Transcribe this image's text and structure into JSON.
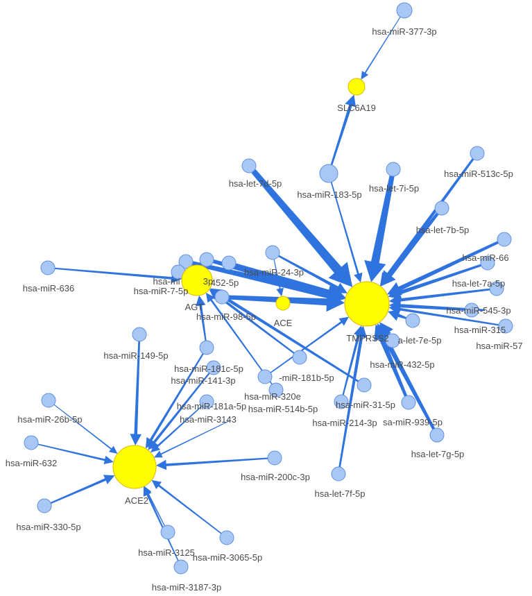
{
  "colors": {
    "edge": "#2f73de",
    "mirna_fill": "#a9c7f5",
    "mirna_stroke": "#5d8fe0",
    "gene_fill": "#ffff00",
    "gene_stroke": "#e0b400",
    "label": "#4a4a4a"
  },
  "genes": [
    {
      "id": "TMPRSS2",
      "label": "TMPRSS2"
    },
    {
      "id": "AGT",
      "label": "AGT"
    },
    {
      "id": "ACE",
      "label": "ACE"
    },
    {
      "id": "ACE2",
      "label": "ACE2"
    },
    {
      "id": "SLC6A19",
      "label": "SLC6A19"
    }
  ],
  "mirnas": [
    {
      "id": "m377",
      "label": "hsa-miR-377-3p"
    },
    {
      "id": "let7d",
      "label": "hsa-let-7d-5p"
    },
    {
      "id": "m183",
      "label": "hsa-miR-183-5p"
    },
    {
      "id": "let7i",
      "label": "hsa-let-7i-5p"
    },
    {
      "id": "m513c",
      "label": "hsa-miR-513c-5p"
    },
    {
      "id": "let7b",
      "label": "hsa-let-7b-5p"
    },
    {
      "id": "m66",
      "label": "hsa-miR-66"
    },
    {
      "id": "let7a",
      "label": "hsa-let-7a-5p"
    },
    {
      "id": "m545",
      "label": "hsa-miR-545-3p"
    },
    {
      "id": "m315",
      "label": "hsa-miR-315"
    },
    {
      "id": "m57",
      "label": "hsa-miR-57"
    },
    {
      "id": "let7e",
      "label": "a-let-7e-5p"
    },
    {
      "id": "m432",
      "label": "hsa-miR-432-5p"
    },
    {
      "id": "m31",
      "label": "hsa-miR-31-5p"
    },
    {
      "id": "m214",
      "label": "hsa-miR-214-3p"
    },
    {
      "id": "m939",
      "label": "sa-miR-939-5p"
    },
    {
      "id": "let7g",
      "label": "hsa-let-7g-5p"
    },
    {
      "id": "let7f",
      "label": "hsa-let-7f-5p"
    },
    {
      "id": "m181b",
      "label": "-miR-181b-5p"
    },
    {
      "id": "m320e",
      "label": "hsa-miR-320e"
    },
    {
      "id": "m514b",
      "label": "hsa-miR-514b-5p"
    },
    {
      "id": "m24",
      "label": "hsa-miR-24-3p"
    },
    {
      "id": "m452",
      "label": "452-5p"
    },
    {
      "id": "mxp",
      "label": "hsa-mi"
    },
    {
      "id": "m3p",
      "label": "3p"
    },
    {
      "id": "m75",
      "label": "hsa-miR-7-5p"
    },
    {
      "id": "m636",
      "label": "hsa-miR-636"
    },
    {
      "id": "m98",
      "label": "hsa-miR-98-5p"
    },
    {
      "id": "m149",
      "label": "hsa-miR-149-5p"
    },
    {
      "id": "m181c",
      "label": "hsa-miR-181c-5p"
    },
    {
      "id": "m141",
      "label": "hsa-miR-141-3p"
    },
    {
      "id": "m181a",
      "label": "hsa-miR-181a-5p"
    },
    {
      "id": "m3143",
      "label": "hsa-miR-3143"
    },
    {
      "id": "m26b",
      "label": "hsa-miR-26b-5p"
    },
    {
      "id": "m632",
      "label": "hsa-miR-632"
    },
    {
      "id": "m330",
      "label": "hsa-miR-330-5p"
    },
    {
      "id": "m200c",
      "label": "hsa-miR-200c-3p"
    },
    {
      "id": "m3125",
      "label": "hsa-miR-3125"
    },
    {
      "id": "m3065",
      "label": "hsa-miR-3065-5p"
    },
    {
      "id": "m3187",
      "label": "hsa-miR-3187-3p"
    }
  ],
  "edges": [
    {
      "source": "m377",
      "target": "SLC6A19",
      "weight": 1
    },
    {
      "source": "m183",
      "target": "SLC6A19",
      "weight": 4
    },
    {
      "source": "m183",
      "target": "TMPRSS2",
      "weight": 2
    },
    {
      "source": "let7d",
      "target": "TMPRSS2",
      "weight": 14
    },
    {
      "source": "let7i",
      "target": "TMPRSS2",
      "weight": 12
    },
    {
      "source": "m513c",
      "target": "TMPRSS2",
      "weight": 5
    },
    {
      "source": "let7b",
      "target": "TMPRSS2",
      "weight": 7
    },
    {
      "source": "m66",
      "target": "TMPRSS2",
      "weight": 6
    },
    {
      "source": "m66b",
      "target": "TMPRSS2",
      "weight": 5
    },
    {
      "source": "let7a",
      "target": "TMPRSS2",
      "weight": 4
    },
    {
      "source": "m545",
      "target": "TMPRSS2",
      "weight": 4
    },
    {
      "source": "m315",
      "target": "TMPRSS2",
      "weight": 4
    },
    {
      "source": "m57",
      "target": "TMPRSS2",
      "weight": 3
    },
    {
      "source": "let7e",
      "target": "TMPRSS2",
      "weight": 4
    },
    {
      "source": "m432",
      "target": "TMPRSS2",
      "weight": 6
    },
    {
      "source": "m939",
      "target": "TMPRSS2",
      "weight": 7
    },
    {
      "source": "let7g",
      "target": "TMPRSS2",
      "weight": 7
    },
    {
      "source": "m214",
      "target": "TMPRSS2",
      "weight": 3
    },
    {
      "source": "let7f",
      "target": "TMPRSS2",
      "weight": 4
    },
    {
      "source": "m31",
      "target": "AGT",
      "weight": 4
    },
    {
      "source": "m181b",
      "target": "AGT",
      "weight": 3
    },
    {
      "source": "m320e",
      "target": "TMPRSS2",
      "weight": 2
    },
    {
      "source": "m24",
      "target": "ACE",
      "weight": 1
    },
    {
      "source": "m24",
      "target": "TMPRSS2",
      "weight": 4
    },
    {
      "source": "m452",
      "target": "TMPRSS2",
      "weight": 8
    },
    {
      "source": "mxp",
      "target": "TMPRSS2",
      "weight": 10
    },
    {
      "source": "m3p",
      "target": "TMPRSS2",
      "weight": 9
    },
    {
      "source": "m98",
      "target": "TMPRSS2",
      "weight": 10
    },
    {
      "source": "m636",
      "target": "AGT",
      "weight": 3
    },
    {
      "source": "m75",
      "target": "AGT",
      "weight": 3
    },
    {
      "source": "m514b",
      "target": "AGT",
      "weight": 2
    },
    {
      "source": "m181c",
      "target": "AGT",
      "weight": 3
    },
    {
      "source": "m149",
      "target": "ACE2",
      "weight": 4
    },
    {
      "source": "m181c",
      "target": "ACE2",
      "weight": 3
    },
    {
      "source": "m141",
      "target": "ACE2",
      "weight": 3
    },
    {
      "source": "m181a",
      "target": "ACE2",
      "weight": 2
    },
    {
      "source": "m3143",
      "target": "ACE2",
      "weight": 1
    },
    {
      "source": "m26b",
      "target": "ACE2",
      "weight": 1
    },
    {
      "source": "m632",
      "target": "ACE2",
      "weight": 2
    },
    {
      "source": "m330",
      "target": "ACE2",
      "weight": 3
    },
    {
      "source": "m200c",
      "target": "ACE2",
      "weight": 3
    },
    {
      "source": "m3125",
      "target": "ACE2",
      "weight": 1
    },
    {
      "source": "m3065",
      "target": "ACE2",
      "weight": 2
    },
    {
      "source": "m3187",
      "target": "ACE2",
      "weight": 2
    }
  ]
}
